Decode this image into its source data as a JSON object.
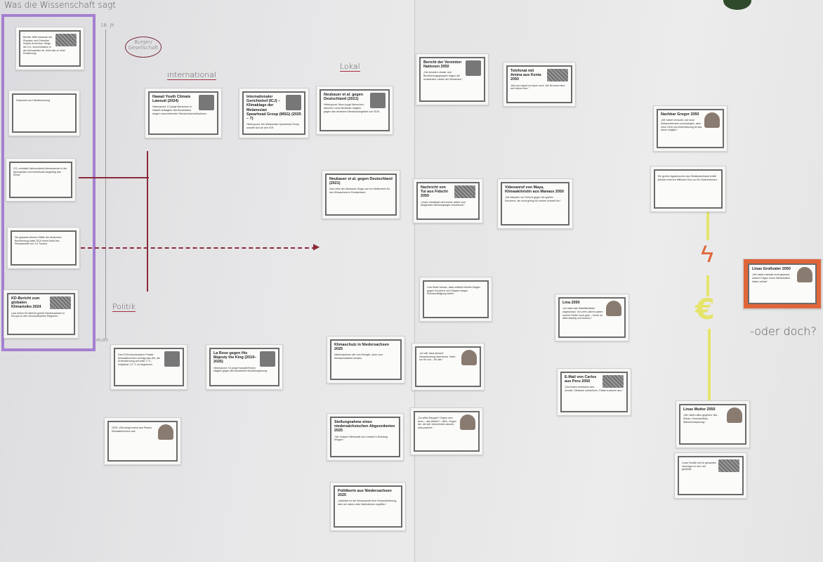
{
  "handwriting": {
    "science": "Was die Wissenschaft sagt",
    "century": "18. Jh",
    "society": "Bürger/ Gesellschaft",
    "international": "international",
    "local": "Lokal",
    "politics": "Politik",
    "today": "heute",
    "or_not": "-oder doch?"
  },
  "colors": {
    "purple": "#a57fd0",
    "darkred": "#8b2a3a",
    "orange": "#e0663a",
    "yellow": "#e6e46a"
  },
  "cards": [
    {
      "title": "",
      "body": "Bereits 1896 erkannte der Physiker und Chemiker Svante Arrhenius: Steigt die CO₂-Konzentration in der Atmosphäre an, führt das zu einer Erwärmung."
    },
    {
      "title": "",
      "body": "Dokument zur Klimaforschung"
    },
    {
      "title": "",
      "body": "CO₂ verbleibt Jahrhunderte/Jahrtausende in der Atmosphäre und beeinflusst langfristig das Klima."
    },
    {
      "title": "",
      "body": "Die gesamte ärmere Hälfte der deutschen Bevölkerung hatte 2019 einen Anteil am Klimawandel von 3,4 Tonnen."
    },
    {
      "title": "KD-Bericht zum globalen Klimarisiko 2024",
      "body": "Laut einem KD-Bericht gehört Niedersachsen in Europa zu den verwundbarsten Regionen."
    },
    {
      "title": "Hawaii Youth Climate Lawsuit (2024)",
      "body": "Hintergrund: 13 junge Menschen in Hawaii verklagten das Bundesland wegen unzureichender Klimaschutzmaßnahmen."
    },
    {
      "title": "Internationaler Gerichtshof (ICJ) – Klimaklage der Melanesian Spearhead Group (MSG) (2025 – ?)",
      "body": "Hintergrund: Die Melanesian Spearhead Group wandte sich an den IGH."
    },
    {
      "title": "Neubauer et al. gegen Deutschland (2021)",
      "body": "Hintergrund: Neun junge Menschen, darunter Luisa Neubauer, klagten gegen das deutsche Klimaschutzgesetz von 2019."
    },
    {
      "title": "Neubauer et al. gegen Deutschland (2021)",
      "body": "Das Urteil der Neubauer-Klage war ein Meilenstein für den Klimaschutz in Deutschland."
    },
    {
      "title": "",
      "body": "Das 2015 beschlossene Pariser Klimaabkommen verfolgt das Ziel, die Erderwärmung auf unter 2 °C, möglichst 1,5 °C zu begrenzen."
    },
    {
      "title": "La Rose gegen His Majesty the King (2019–2026)",
      "body": "Hintergrund: 15 junge Kanadier*innen klagten gegen die kanadische Bundesregierung."
    },
    {
      "title": "Klimaschutz in Niedersachsen 2025",
      "body": "Niedersachsen will vom Energie- auch zum Klimaschutzland werden."
    },
    {
      "title": "",
      "body": "2025: USA steigt erneut aus Pariser Klimaabkommen aus"
    },
    {
      "title": "Stellungnahme eines niedersächsischen Abgeordneten 2025",
      "body": "„Wir müssen Wirtschaft und Umwelt in Einklang bringen.“"
    },
    {
      "title": "Politikerin aus Niedersachsen 2025",
      "body": "„Natürlich ist der Klimawandel eine Herausforderung, aber wir haben viele Maßnahmen ergriffen.“"
    },
    {
      "title": "Bericht der Vereinten Nationen 2050",
      "body": "„Die ärmsten Länder und Bevölkerungsgruppen tragen die schwersten Lasten der Klimakrise.“"
    },
    {
      "title": "Telefonat mit Amina aus Kenia 2050",
      "body": "„Bei uns regnet es kaum noch. Die Brunnen sind seit Jahren leer.“"
    },
    {
      "title": "Nachricht von Tui aus Fidschi 2050",
      "body": "„Unser Inselstaat wird immer weiter vom steigenden Meeresspiegel verschluckt.“"
    },
    {
      "title": "Videoanruf von Maya, Klimaaktivistin aus Manaus 2050",
      "body": "„Wir kämpfen vor Gericht gegen die großen Konzerne, die nicht genug für unsere Umwelt tun.“"
    },
    {
      "title": "",
      "body": "Lina findet heraus, dass weltweit bereits Klagen gegen Konzerne und Staaten wegen Klimaschädigung laufen."
    },
    {
      "title": "",
      "body": "„Ich will, dass jemand Verantwortung übernimmt. Nicht nur für uns – für alle.“"
    },
    {
      "title": "",
      "body": "„Du willst Mangos? Gegen wen denn – das Wetter?“ „Nein. Gegen die, die seit Jahrzehnten wissen, was passiert.“"
    },
    {
      "title": "Lina 2050",
      "body": "„Ich habe alte Satellitenbilder angeschaut. Vor zehn Jahren waren unsere Felder noch grün – heute ist alles staubig und trocken.“"
    },
    {
      "title": "E-Mail von Carlos aus Peru 2050",
      "body": "„Die Anden verändern sich schnell. Gletscher schmelzen, Flüsse trocknen aus.“"
    },
    {
      "title": "Nachbar Gregor 2050",
      "body": "„Wir haben versucht, auf neue Anbaumethoden umzusteigen, aber ohne Geld und Unterstützung ist das kaum möglich.“"
    },
    {
      "title": "",
      "body": "Ein großer Agrarkonzern aus Süddeutschland erhält jährlich mehrere Millionen Euro an EU-Subventionen."
    },
    {
      "title": "Linas Großvater 2050",
      "body": "„Wir haben damals nicht gewusst, welche Folgen unser Wirtschaften haben würde.“"
    },
    {
      "title": "Linas Mutter 2050",
      "body": "„Wir haben alles gegeben: Bio-Anbau, Humusaufbau, Wassereinsparung.“"
    },
    {
      "title": "",
      "body": "Linas Familie hat ihr gesamtes Vermögen in den Hof gesteckt."
    }
  ]
}
